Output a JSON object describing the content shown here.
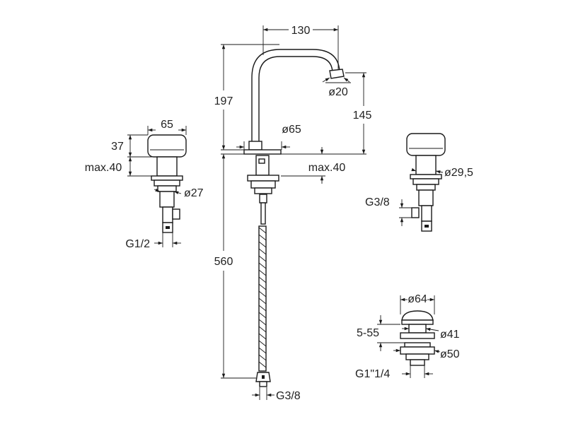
{
  "drawing": {
    "line_color": "#1a1a1a",
    "text_color": "#222222",
    "spout_dimensions": {
      "reach": "130",
      "height": "197",
      "outlet_diameter": "ø20",
      "outlet_height": "145",
      "base_diameter": "ø65",
      "deck_thickness": "max.40",
      "hose_length": "560",
      "hose_thread": "G3/8"
    },
    "left_handle_dimensions": {
      "handle_diameter": "65",
      "handle_height": "37",
      "deck_thickness": "max.40",
      "shank_diameter": "ø27",
      "connection": "G1/2"
    },
    "right_handle_dimensions": {
      "shank_diameter": "ø29,5",
      "connection": "G3/8"
    },
    "waste_dimensions": {
      "plug_diameter": "ø64",
      "basin_thickness": "5-55",
      "body_diameter": "ø41",
      "nut_diameter": "ø50",
      "thread": "G1\"1/4"
    }
  }
}
